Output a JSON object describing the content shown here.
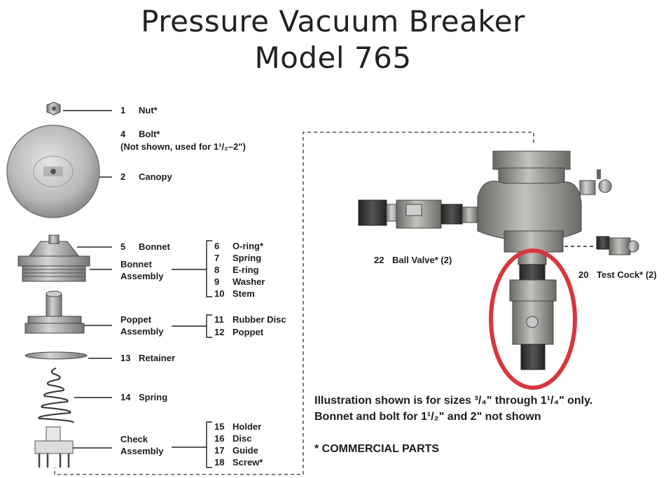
{
  "title": {
    "line1": "Pressure Vacuum Breaker",
    "line2": "Model 765"
  },
  "callouts": {
    "nut": {
      "num": "1",
      "label": "Nut*"
    },
    "bolt": {
      "num": "4",
      "label": "Bolt*",
      "note": "(Not shown, used for 1¹/₂–2\")"
    },
    "canopy": {
      "num": "2",
      "label": "Canopy"
    },
    "bonnet": {
      "num": "5",
      "label": "Bonnet"
    },
    "bonnet_assembly": {
      "line1": "Bonnet",
      "line2": "Assembly"
    },
    "bonnet_parts": [
      {
        "num": "6",
        "label": "O-ring*"
      },
      {
        "num": "7",
        "label": "Spring"
      },
      {
        "num": "8",
        "label": "E-ring"
      },
      {
        "num": "9",
        "label": "Washer"
      },
      {
        "num": "10",
        "label": "Stem"
      }
    ],
    "poppet_assembly": {
      "line1": "Poppet",
      "line2": "Assembly"
    },
    "poppet_parts": [
      {
        "num": "11",
        "label": "Rubber Disc"
      },
      {
        "num": "12",
        "label": "Poppet"
      }
    ],
    "retainer": {
      "num": "13",
      "label": "Retainer"
    },
    "spring": {
      "num": "14",
      "label": "Spring"
    },
    "check_assembly": {
      "line1": "Check",
      "line2": "Assembly"
    },
    "check_parts": [
      {
        "num": "15",
        "label": "Holder"
      },
      {
        "num": "16",
        "label": "Disc"
      },
      {
        "num": "17",
        "label": "Guide"
      },
      {
        "num": "18",
        "label": "Screw*"
      }
    ],
    "ball_valve": {
      "num": "22",
      "label": "Ball Valve* (2)"
    },
    "test_cock": {
      "num": "20",
      "label": "Test Cock* (2)"
    }
  },
  "notes": {
    "illustration_line1": "Illustration shown is for sizes ³/₄\" through 1¹/₄\" only.",
    "illustration_line2": "Bonnet and bolt for 1¹/₂\" and 2\" not shown",
    "commercial": "* COMMERCIAL PARTS"
  },
  "colors": {
    "highlight_circle": "#d9363e",
    "metal_light": "#c9c9c9",
    "metal_dark": "#6e6e6e",
    "line": "#222222"
  }
}
